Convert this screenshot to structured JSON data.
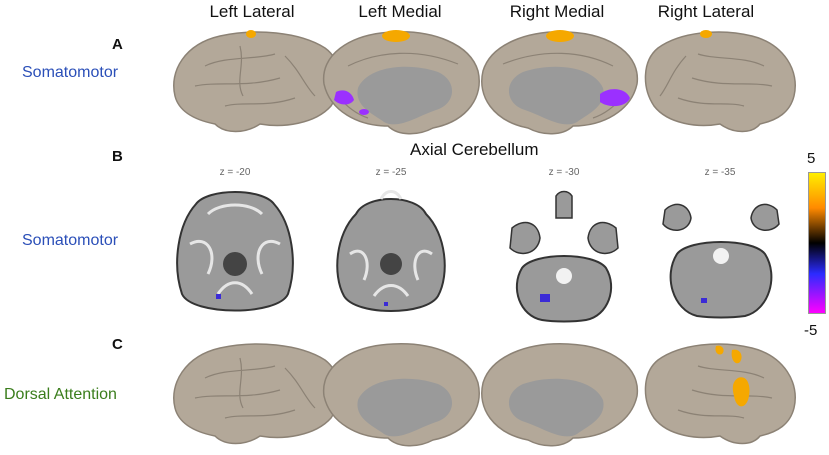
{
  "columns": [
    "Left Lateral",
    "Left Medial",
    "Right Medial",
    "Right Lateral"
  ],
  "panels": [
    {
      "letter": "A",
      "label": "Somatomotor",
      "color": "#2b4fb8"
    },
    {
      "letter": "B",
      "label": "Somatomotor",
      "color": "#2b4fb8"
    },
    {
      "letter": "C",
      "label": "Dorsal Attention",
      "color": "#3a7d1c"
    }
  ],
  "axial": {
    "title": "Axial Cerebellum",
    "slices": [
      "z = -20",
      "z = -25",
      "z = -30",
      "z = -35"
    ]
  },
  "colorbar": {
    "max": "5",
    "min": "-5"
  },
  "colors": {
    "cortex": "#b3a899",
    "positive": "#f5a800",
    "negative": "#9b30ff"
  }
}
